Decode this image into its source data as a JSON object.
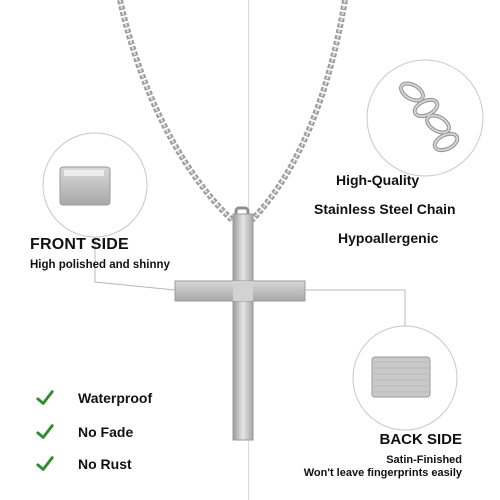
{
  "front_side": {
    "title": "FRONT SIDE",
    "subtitle": "High polished and shinny"
  },
  "chain_features": [
    "High-Quality",
    "Stainless Steel Chain",
    "Hypoallergenic"
  ],
  "back_side": {
    "title": "BACK SIDE",
    "subtitle_line1": "Satin-Finished",
    "subtitle_line2": "Won't leave fingerprints easily"
  },
  "badges": [
    {
      "label": "Waterproof",
      "icon": "checkmark-icon"
    },
    {
      "label": "No Fade",
      "icon": "checkmark-icon"
    },
    {
      "label": "No Rust",
      "icon": "checkmark-icon"
    }
  ],
  "colors": {
    "check_green": "#2e8b2e",
    "silver": "#b8b8b8",
    "circle_stroke": "#c8c8c8"
  }
}
